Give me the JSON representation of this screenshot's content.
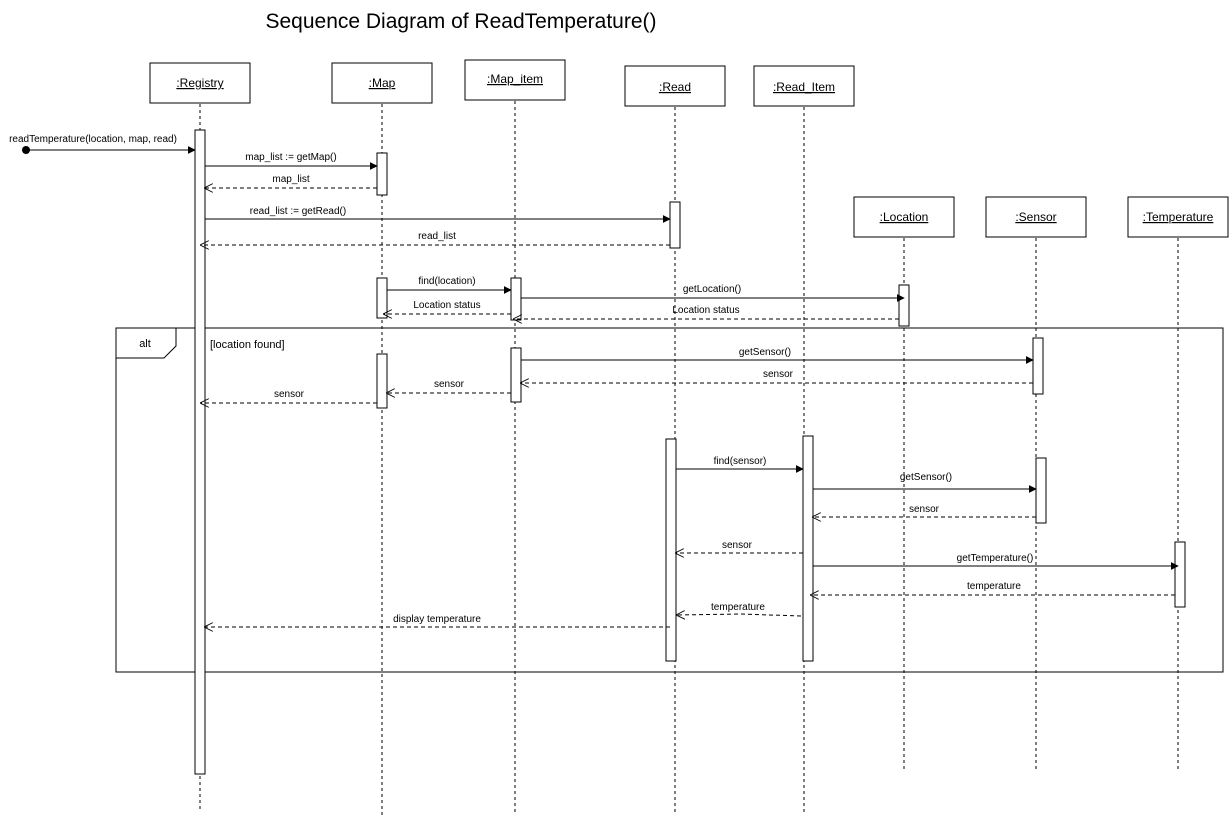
{
  "title": "Sequence Diagram of ReadTemperature()",
  "participants": [
    {
      "id": "registry",
      "label": ":Registry"
    },
    {
      "id": "map",
      "label": ":Map"
    },
    {
      "id": "map_item",
      "label": ":Map_item"
    },
    {
      "id": "read",
      "label": ":Read"
    },
    {
      "id": "read_item",
      "label": ":Read_Item"
    },
    {
      "id": "location",
      "label": ":Location"
    },
    {
      "id": "sensor",
      "label": ":Sensor"
    },
    {
      "id": "temperature",
      "label": ":Temperature"
    }
  ],
  "found_message": {
    "to": "registry",
    "label": "readTemperature(location, map, read)"
  },
  "fragment": {
    "operator": "alt",
    "guard": "[location found]"
  },
  "messages": [
    {
      "id": "m1",
      "from": "registry",
      "to": "map",
      "label": "map_list := getMap()",
      "kind": "call"
    },
    {
      "id": "m2",
      "from": "map",
      "to": "registry",
      "label": "map_list",
      "kind": "return"
    },
    {
      "id": "m3",
      "from": "registry",
      "to": "read",
      "label": "read_list := getRead()",
      "kind": "call"
    },
    {
      "id": "m4",
      "from": "read",
      "to": "registry",
      "label": "read_list",
      "kind": "return"
    },
    {
      "id": "m5",
      "from": "map",
      "to": "map_item",
      "label": "find(location)",
      "kind": "call"
    },
    {
      "id": "m6",
      "from": "map_item",
      "to": "location",
      "label": "getLocation()",
      "kind": "call"
    },
    {
      "id": "m7",
      "from": "map_item",
      "to": "map",
      "label": "Location status",
      "kind": "return"
    },
    {
      "id": "m8",
      "from": "location",
      "to": "map_item",
      "label": "Location status",
      "kind": "return"
    },
    {
      "id": "m9",
      "from": "map_item",
      "to": "sensor",
      "label": "getSensor()",
      "kind": "call"
    },
    {
      "id": "m10",
      "from": "sensor",
      "to": "map_item",
      "label": "sensor",
      "kind": "return"
    },
    {
      "id": "m11",
      "from": "map_item",
      "to": "map",
      "label": "sensor",
      "kind": "return"
    },
    {
      "id": "m12",
      "from": "map",
      "to": "registry",
      "label": "sensor",
      "kind": "return"
    },
    {
      "id": "m13",
      "from": "read",
      "to": "read_item",
      "label": "find(sensor)",
      "kind": "call"
    },
    {
      "id": "m14",
      "from": "read_item",
      "to": "sensor",
      "label": "getSensor()",
      "kind": "call"
    },
    {
      "id": "m15",
      "from": "sensor",
      "to": "read_item",
      "label": "sensor",
      "kind": "return"
    },
    {
      "id": "m16",
      "from": "read_item",
      "to": "read",
      "label": "sensor",
      "kind": "return"
    },
    {
      "id": "m17",
      "from": "read_item",
      "to": "temperature",
      "label": "getTemperature()",
      "kind": "call"
    },
    {
      "id": "m18",
      "from": "temperature",
      "to": "read_item",
      "label": "temperature",
      "kind": "return"
    },
    {
      "id": "m19",
      "from": "read_item",
      "to": "read",
      "label": "temperature",
      "kind": "return"
    },
    {
      "id": "m20",
      "from": "read",
      "to": "registry",
      "label": "display temperature",
      "kind": "return"
    }
  ]
}
